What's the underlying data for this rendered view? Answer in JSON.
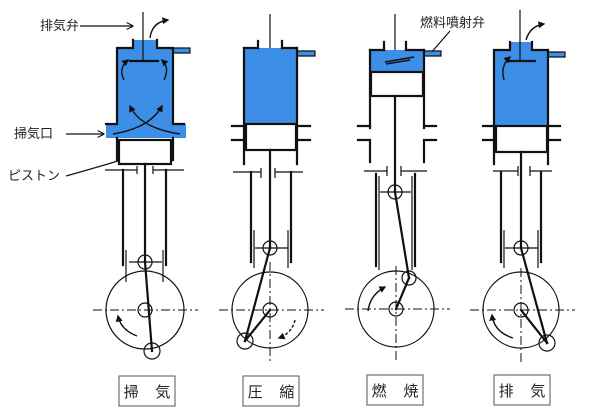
{
  "diagram": {
    "title": "2-stroke diesel engine cycle",
    "colors": {
      "gas": "#3d8ee6",
      "line": "#111111",
      "background": "#ffffff"
    },
    "callouts": {
      "exhaust_valve": "排気弁",
      "scavenge_port": "掃気口",
      "piston": "ピストン",
      "fuel_injector": "燃料噴射弁"
    },
    "stages": [
      {
        "id": "scavenging",
        "label": "掃 気"
      },
      {
        "id": "compression",
        "label": "圧 縮"
      },
      {
        "id": "combustion",
        "label": "燃 焼"
      },
      {
        "id": "exhaust",
        "label": "排 気"
      }
    ]
  }
}
